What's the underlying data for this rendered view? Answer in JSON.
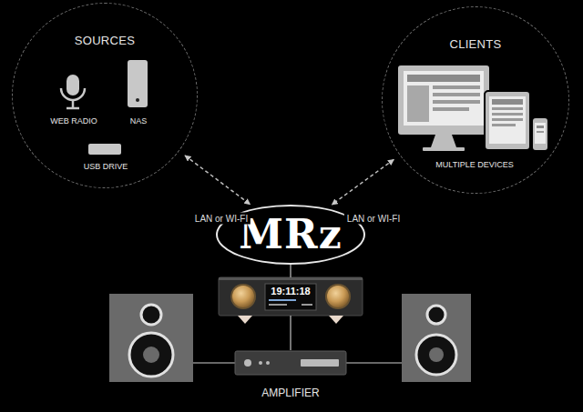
{
  "diagram": {
    "nodes": [
      {
        "text": [
          "SOURCES"
        ]
      },
      {
        "text": [
          "WEB RADIO"
        ],
        "in": 0
      },
      {
        "text": [
          "NAS"
        ],
        "in": 0
      },
      {
        "text": [
          "USB DRIVE"
        ],
        "in": 0
      },
      {
        "text": [
          "CLIENTS"
        ]
      },
      {
        "text": [
          "MULTIPLE DEVICES"
        ],
        "in": 4
      },
      {
        "text": [
          "MRz"
        ]
      },
      {
        "text": [
          "19:11:18"
        ]
      },
      {
        "text": [
          "AMPLIFIER"
        ]
      }
    ],
    "edges": [
      {
        "from": 0,
        "to": 6,
        "label": "LAN or WI-FI",
        "arrow": "both"
      },
      {
        "from": 4,
        "to": 6,
        "label": "LAN or WI-FI",
        "arrow": "both"
      },
      {
        "from": 6,
        "to": 7,
        "arrow": "none"
      },
      {
        "from": 7,
        "to": 8,
        "arrow": "none"
      }
    ]
  }
}
